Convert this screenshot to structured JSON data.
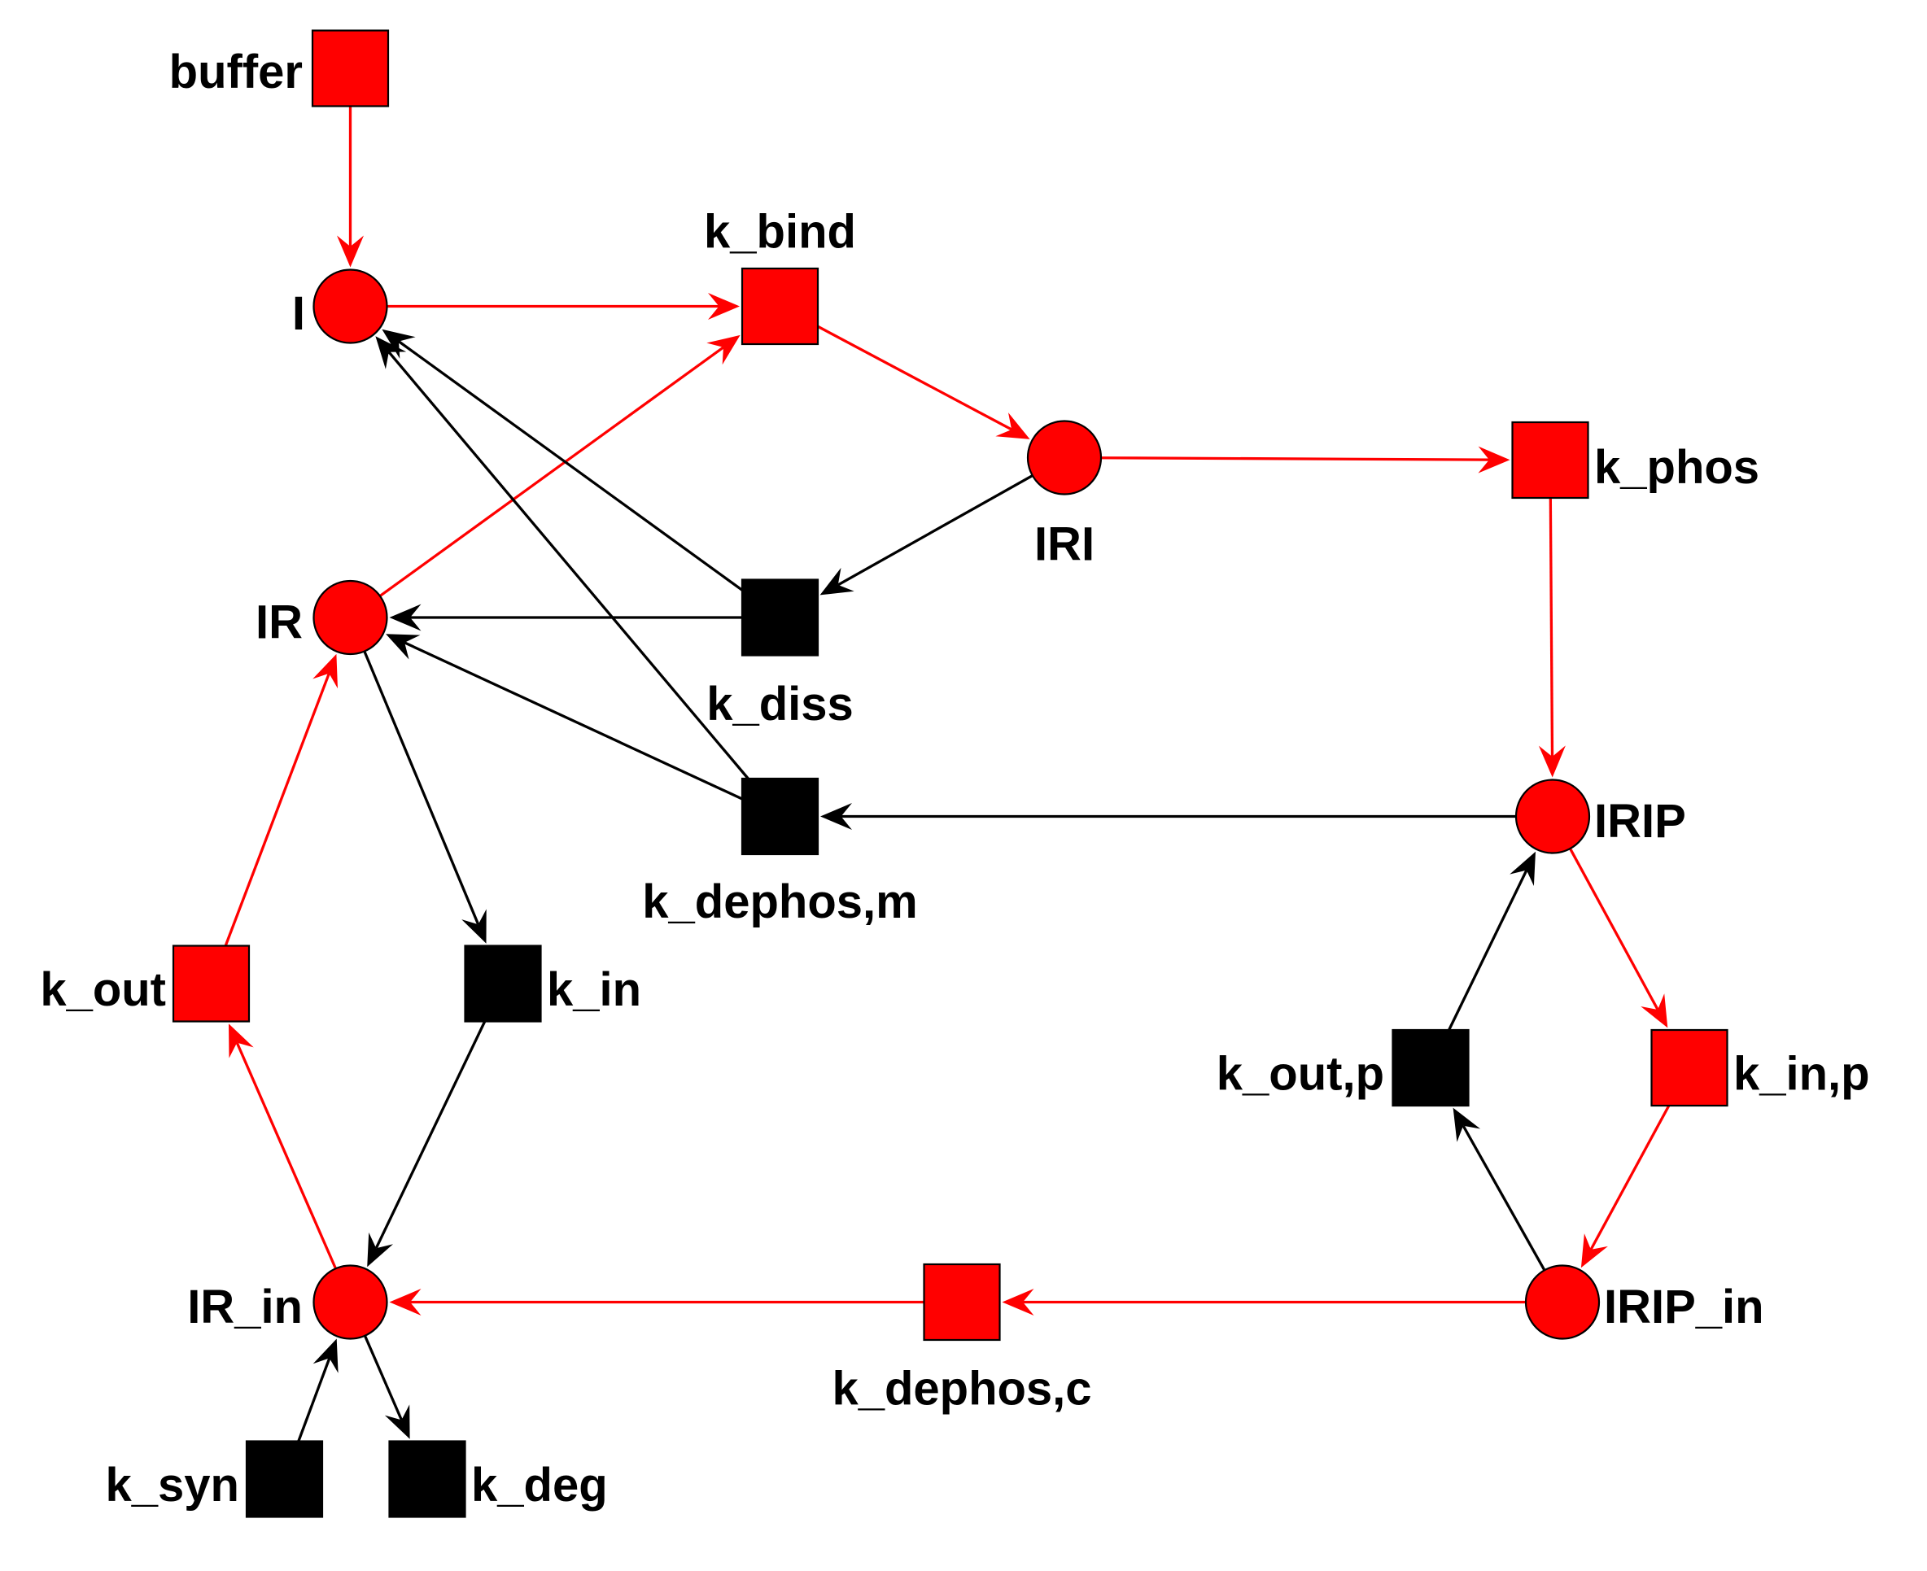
{
  "colors": {
    "red": "#ff0000",
    "black": "#000000",
    "background": "#ffffff"
  },
  "places": [
    {
      "id": "I",
      "label": "I",
      "color": "red"
    },
    {
      "id": "IR",
      "label": "IR",
      "color": "red"
    },
    {
      "id": "IRI",
      "label": "IRI",
      "color": "red"
    },
    {
      "id": "IRIP",
      "label": "IRIP",
      "color": "red"
    },
    {
      "id": "IR_in",
      "label": "IR_in",
      "color": "red"
    },
    {
      "id": "IRIP_in",
      "label": "IRIP_in",
      "color": "red"
    }
  ],
  "transitions": [
    {
      "id": "buffer",
      "label": "buffer",
      "color": "red"
    },
    {
      "id": "k_bind",
      "label": "k_bind",
      "color": "red"
    },
    {
      "id": "k_phos",
      "label": "k_phos",
      "color": "red"
    },
    {
      "id": "k_diss",
      "label": "k_diss",
      "color": "black"
    },
    {
      "id": "k_dephos_m",
      "label": "k_dephos,m",
      "color": "black"
    },
    {
      "id": "k_out",
      "label": "k_out",
      "color": "red"
    },
    {
      "id": "k_in",
      "label": "k_in",
      "color": "black"
    },
    {
      "id": "k_out_p",
      "label": "k_out,p",
      "color": "black"
    },
    {
      "id": "k_in_p",
      "label": "k_in,p",
      "color": "red"
    },
    {
      "id": "k_dephos_c",
      "label": "k_dephos,c",
      "color": "red"
    },
    {
      "id": "k_syn",
      "label": "k_syn",
      "color": "black"
    },
    {
      "id": "k_deg",
      "label": "k_deg",
      "color": "black"
    }
  ],
  "arcs": [
    {
      "from": "buffer",
      "to": "I",
      "color": "red"
    },
    {
      "from": "I",
      "to": "k_bind",
      "color": "red"
    },
    {
      "from": "IR",
      "to": "k_bind",
      "color": "red"
    },
    {
      "from": "k_bind",
      "to": "IRI",
      "color": "red"
    },
    {
      "from": "IRI",
      "to": "k_phos",
      "color": "red"
    },
    {
      "from": "IRI",
      "to": "k_diss",
      "color": "black"
    },
    {
      "from": "k_diss",
      "to": "I",
      "color": "black"
    },
    {
      "from": "k_diss",
      "to": "IR",
      "color": "black"
    },
    {
      "from": "k_dephos_m",
      "to": "I",
      "color": "black"
    },
    {
      "from": "k_dephos_m",
      "to": "IR",
      "color": "black"
    },
    {
      "from": "k_phos",
      "to": "IRIP",
      "color": "red"
    },
    {
      "from": "IRIP",
      "to": "k_dephos_m",
      "color": "black"
    },
    {
      "from": "IR",
      "to": "k_in",
      "color": "black"
    },
    {
      "from": "k_in",
      "to": "IR_in",
      "color": "black"
    },
    {
      "from": "IR_in",
      "to": "k_out",
      "color": "red"
    },
    {
      "from": "k_out",
      "to": "IR",
      "color": "red"
    },
    {
      "from": "IRIP",
      "to": "k_in_p",
      "color": "red"
    },
    {
      "from": "k_in_p",
      "to": "IRIP_in",
      "color": "red"
    },
    {
      "from": "IRIP_in",
      "to": "k_out_p",
      "color": "black"
    },
    {
      "from": "k_out_p",
      "to": "IRIP",
      "color": "black"
    },
    {
      "from": "IRIP_in",
      "to": "k_dephos_c",
      "color": "red"
    },
    {
      "from": "k_dephos_c",
      "to": "IR_in",
      "color": "red"
    },
    {
      "from": "k_syn",
      "to": "IR_in",
      "color": "black"
    },
    {
      "from": "IR_in",
      "to": "k_deg",
      "color": "black"
    }
  ]
}
